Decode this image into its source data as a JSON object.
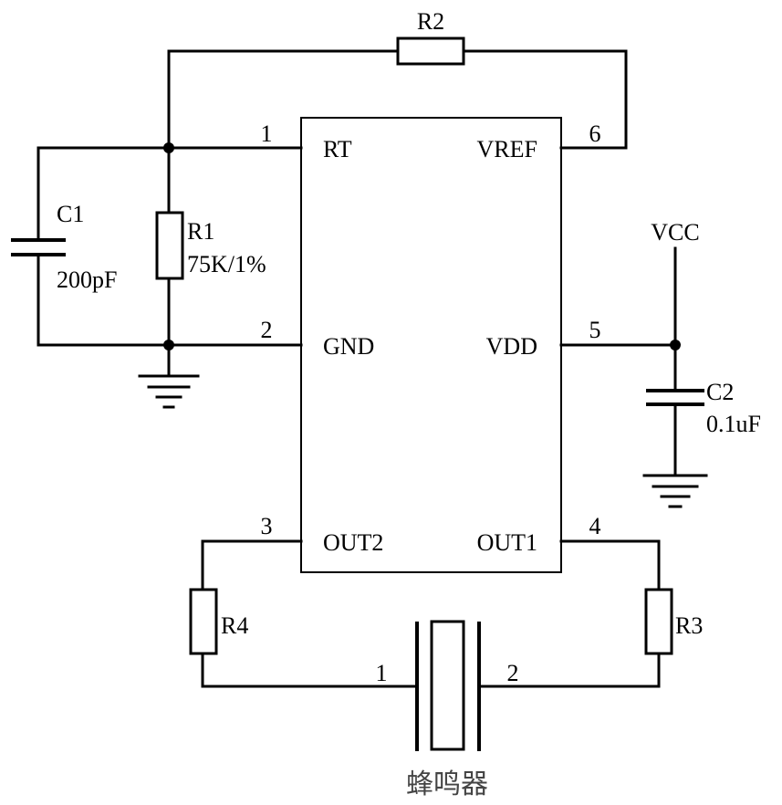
{
  "ic": {
    "pins": [
      {
        "number": "1",
        "name": "RT"
      },
      {
        "number": "6",
        "name": "VREF"
      },
      {
        "number": "2",
        "name": "GND"
      },
      {
        "number": "5",
        "name": "VDD"
      },
      {
        "number": "3",
        "name": "OUT2"
      },
      {
        "number": "4",
        "name": "OUT1"
      }
    ]
  },
  "components": {
    "r1": {
      "ref": "R1",
      "value": "75K/1%"
    },
    "r2": {
      "ref": "R2"
    },
    "r3": {
      "ref": "R3"
    },
    "r4": {
      "ref": "R4"
    },
    "c1": {
      "ref": "C1",
      "value": "200pF"
    },
    "c2": {
      "ref": "C2",
      "value": "0.1uF"
    },
    "vcc": {
      "label": "VCC"
    },
    "buzzer": {
      "label": "蜂鸣器",
      "pin_left": "1",
      "pin_right": "2"
    }
  }
}
